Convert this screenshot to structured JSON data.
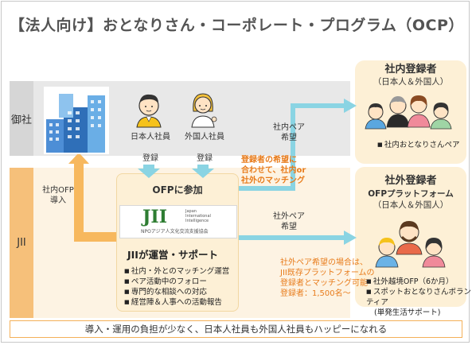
{
  "title": "【法人向け】おとなりさん・コーポレート・プログラム（OCP）",
  "sections": {
    "onsha": "御社",
    "jii": "JII"
  },
  "people": {
    "japanese": "日本人社員",
    "foreign": "外国人社員"
  },
  "arrows": {
    "register_left": "登録",
    "register_right": "登録",
    "intro_line1": "社内OFP",
    "intro_line2": "導入",
    "internal_pair_line1": "社内ペア",
    "internal_pair_line2": "希望",
    "external_pair_line1": "社外ペア",
    "external_pair_line2": "希望"
  },
  "matching_note": [
    "登録者の希望に",
    "合わせて、社内or",
    "社外のマッチング"
  ],
  "ofp_box": {
    "title": "OFPに参加",
    "logo_mark": "JII",
    "logo_text_line1": "Japan",
    "logo_text_line2": "International",
    "logo_text_line3": "Intelligence",
    "logo_caption": "NPOアジア人文化交流支援協会",
    "heading": "JIIが運営・サポート",
    "items": [
      "社内・外とのマッチング運営",
      "ペア活動中のフォロー",
      "専門的な相談への対応",
      "経営陣＆人事への活動報告"
    ]
  },
  "internal": {
    "title": "社内登録者",
    "subtitle": "（日本人＆外国人）",
    "note": "社内おとなりさんペア"
  },
  "external": {
    "title": "社外登録者",
    "subtitle_line1": "OFPプラットフォーム",
    "subtitle_line2": "（日本人＆外国人）",
    "items": [
      "社外越境OFP（6か月）",
      "スポットおとなりさんボランティア",
      "(単発生活サポート)"
    ]
  },
  "external_note": [
    "社外ペア希望の場合は、",
    "JII既存プラットフォームの",
    "登録者とマッチング可能",
    "登録者：1,500名〜"
  ],
  "footer": "導入・運用の負担が少なく、日本人社員も外国人社員もハッピーになれる",
  "colors": {
    "orange_accent": "#f7b85e",
    "teal_arrow": "#7fd0e0",
    "box_fill": "#fdf0d6",
    "note_orange": "#e87c1c"
  }
}
